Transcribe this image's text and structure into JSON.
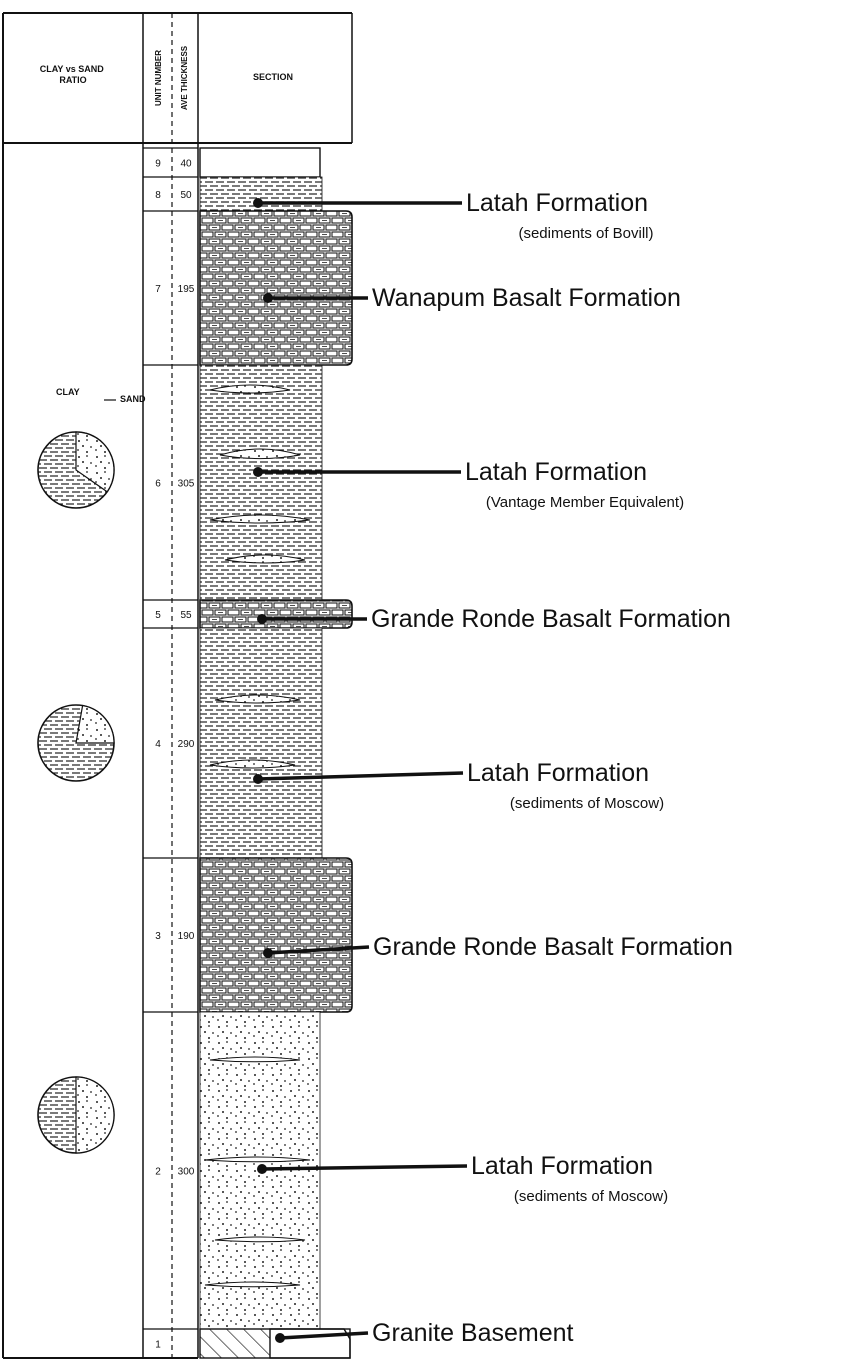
{
  "header": {
    "ratio_col": "CLAY vs SAND\nRATIO",
    "unit_col": "UNIT NUMBER",
    "thickness_col": "AVE THICKNESS",
    "section_col": "SECTION"
  },
  "units": [
    {
      "unit": "9",
      "thickness": "40",
      "lithology": "blank"
    },
    {
      "unit": "8",
      "thickness": "50",
      "lithology": "clay"
    },
    {
      "unit": "7",
      "thickness": "195",
      "lithology": "basalt"
    },
    {
      "unit": "6",
      "thickness": "305",
      "lithology": "clay"
    },
    {
      "unit": "5",
      "thickness": "55",
      "lithology": "basalt"
    },
    {
      "unit": "4",
      "thickness": "290",
      "lithology": "clay"
    },
    {
      "unit": "3",
      "thickness": "190",
      "lithology": "basalt"
    },
    {
      "unit": "2",
      "thickness": "300",
      "lithology": "sand"
    },
    {
      "unit": "1",
      "thickness": "",
      "lithology": "granite"
    }
  ],
  "legend": {
    "clay": "CLAY",
    "sand": "SAND"
  },
  "labels": [
    {
      "name": "Latah Formation",
      "sub": "(sediments of Bovill)"
    },
    {
      "name": "Wanapum Basalt Formation",
      "sub": ""
    },
    {
      "name": "Latah Formation",
      "sub": "(Vantage Member Equivalent)"
    },
    {
      "name": "Grande Ronde Basalt Formation",
      "sub": ""
    },
    {
      "name": "Latah Formation",
      "sub": "(sediments of Moscow)"
    },
    {
      "name": "Grande Ronde Basalt Formation",
      "sub": ""
    },
    {
      "name": "Latah Formation",
      "sub": "(sediments of Moscow)"
    },
    {
      "name": "Granite Basement",
      "sub": ""
    }
  ]
}
